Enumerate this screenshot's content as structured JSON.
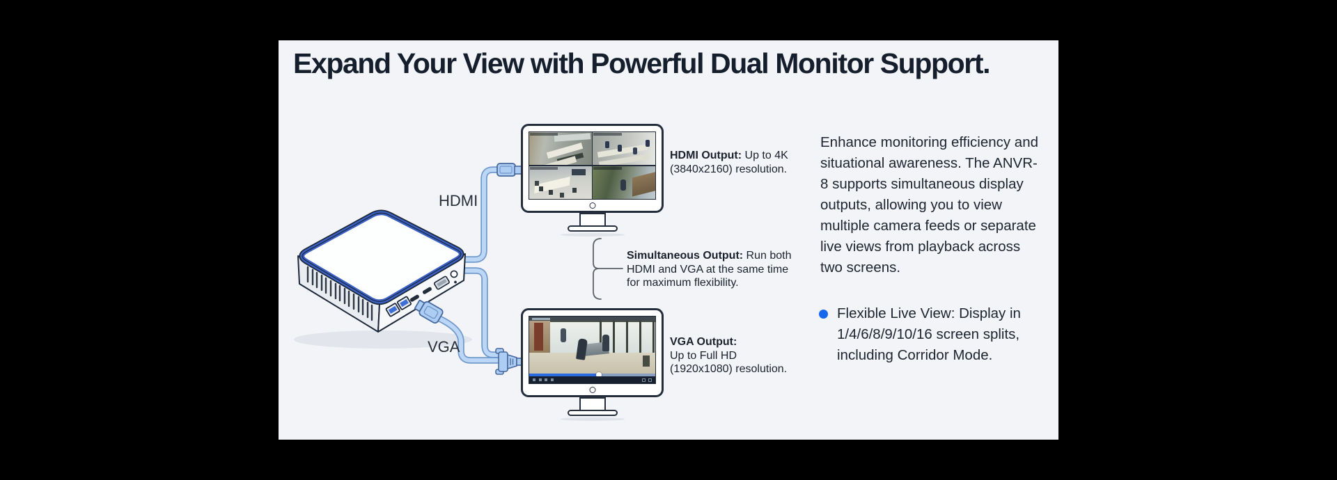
{
  "panel": {
    "title": "Expand Your View with Powerful Dual Monitor Support."
  },
  "diagram": {
    "hdmi_cable_label": "HDMI",
    "vga_cable_label": "VGA",
    "hdmi_output_bold": "HDMI Output:",
    "hdmi_output_rest": " Up to 4K (3840x2160) resolution.",
    "simultaneous_bold": "Simultaneous Output:",
    "simultaneous_rest": " Run both HDMI and VGA at the same time for maximum flexibility.",
    "vga_output_bold": "VGA Output:",
    "vga_output_rest": "Up to Full HD (1920x1080) resolution."
  },
  "description": {
    "paragraph": "Enhance monitoring efficiency and situational awareness. The ANVR-8 supports simultaneous display outputs, allowing you to view multiple camera feeds or separate live views from playback across two screens.",
    "bullet": "Flexible Live View: Display in 1/4/6/8/9/10/16 screen splits, including Corridor Mode."
  },
  "colors": {
    "accent_blue": "#1766ee",
    "cable_blue": "#b9d4f5",
    "device_rim_blue": "#3a5fc2",
    "panel_bg": "#f2f4f7",
    "title_color": "#151e2c"
  }
}
